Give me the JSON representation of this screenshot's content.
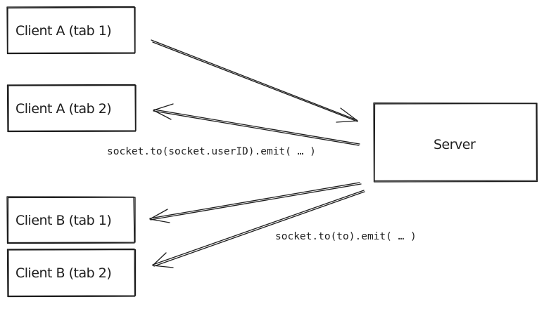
{
  "diagram": {
    "nodes": {
      "client_a_tab1": "Client A (tab 1)",
      "client_a_tab2": "Client A (tab 2)",
      "client_b_tab1": "Client B (tab 1)",
      "client_b_tab2": "Client B (tab 2)",
      "server": "Server"
    },
    "edges": {
      "a1_to_server": {
        "from": "client_a_tab1",
        "to": "server"
      },
      "server_to_a2": {
        "from": "server",
        "to": "client_a_tab2",
        "label": "socket.to(socket.userID).emit( … )"
      },
      "server_to_b1": {
        "from": "server",
        "to": "client_b_tab1",
        "label": "socket.to(to).emit( … )"
      },
      "server_to_b2": {
        "from": "server",
        "to": "client_b_tab2"
      }
    },
    "colors": {
      "stroke": "#1e1e1e",
      "background": "#ffffff"
    }
  }
}
